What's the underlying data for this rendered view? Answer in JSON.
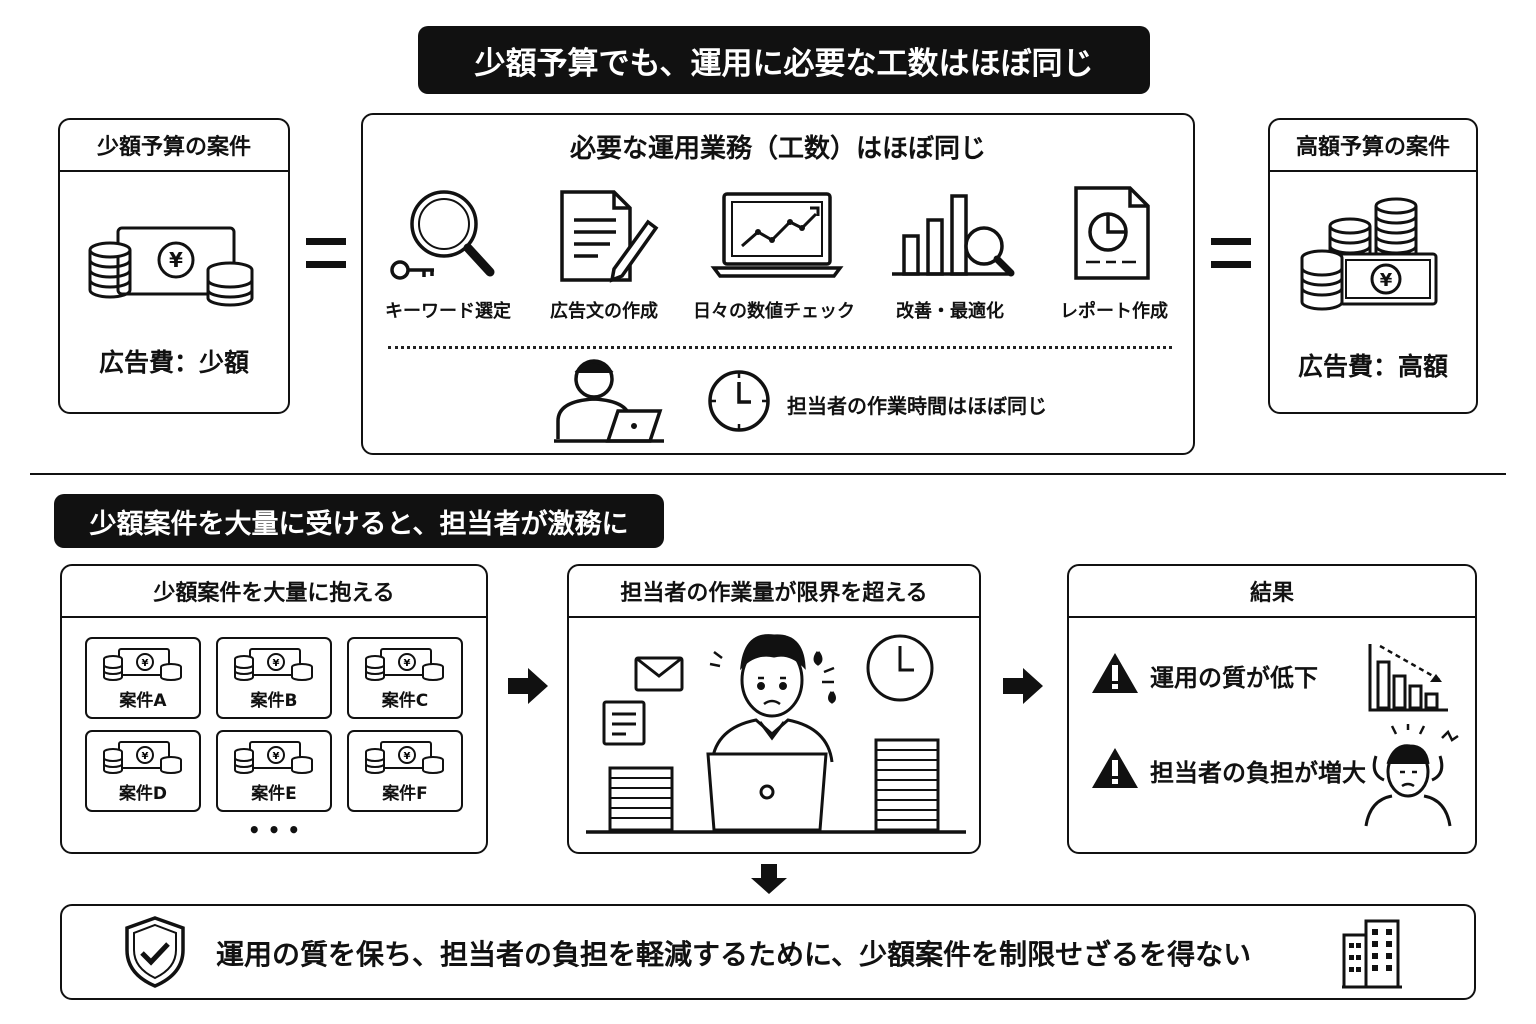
{
  "title": "少額予算でも、運用に必要な工数はほぼ同じ",
  "left_panel": {
    "header": "少額予算の案件",
    "caption": "広告費：少額"
  },
  "center_panel": {
    "header": "必要な運用業務（工数）はほぼ同じ",
    "tasks": [
      {
        "label": "キーワード選定",
        "icon": "magnifier-key-icon"
      },
      {
        "label": "広告文の作成",
        "icon": "document-pen-icon"
      },
      {
        "label": "日々の数値チェック",
        "icon": "laptop-chart-icon"
      },
      {
        "label": "改善・最適化",
        "icon": "bar-chart-search-icon"
      },
      {
        "label": "レポート作成",
        "icon": "report-pie-icon"
      }
    ],
    "time_note": "担当者の作業時間はほぼ同じ"
  },
  "right_panel": {
    "header": "高額予算の案件",
    "caption": "広告費：高額"
  },
  "section2_title": "少額案件を大量に受けると、担当者が激務に",
  "cases_panel": {
    "header": "少額案件を大量に抱える",
    "cases": [
      "案件A",
      "案件B",
      "案件C",
      "案件D",
      "案件E",
      "案件F"
    ],
    "ellipsis": "• • •"
  },
  "workload_panel": {
    "header": "担当者の作業量が限界を超える"
  },
  "result_panel": {
    "header": "結果",
    "items": [
      "運用の質が低下",
      "担当者の負担が増大"
    ]
  },
  "conclusion": "運用の質を保ち、担当者の負担を軽減するために、少額案件を制限せざるを得ない"
}
